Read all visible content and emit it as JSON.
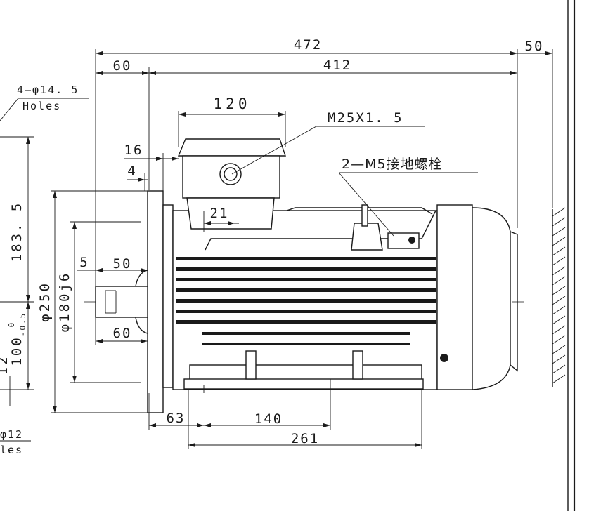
{
  "dimensions": {
    "overall_length": "472",
    "end_clearance": "50",
    "shaft_to_flange": "60",
    "body_length": "412",
    "terminal_box_width": "120",
    "terminal_box_offset": "16",
    "terminal_box_step": "4",
    "boss_width": "21",
    "flange_outer": "φ250",
    "spigot": "φ180j6",
    "shaft_height": "183. 5",
    "foot_height": "100",
    "foot_height_tol_upper": "0",
    "foot_height_tol_lower": "-0.5",
    "foot_partial": "12",
    "key_offset": "5",
    "key_length": "50",
    "shaft_length": "60",
    "foot_offset": "63",
    "foot_spacing": "140",
    "foot_overall": "261"
  },
  "callouts": {
    "cable_gland": "M25X1. 5",
    "grounding_bolt": "2—M5接地螺栓",
    "flange_holes_spec": "4—φ14. 5",
    "flange_holes_word": "Holes",
    "foot_holes_spec": "φ12",
    "foot_holes_word": "les"
  }
}
